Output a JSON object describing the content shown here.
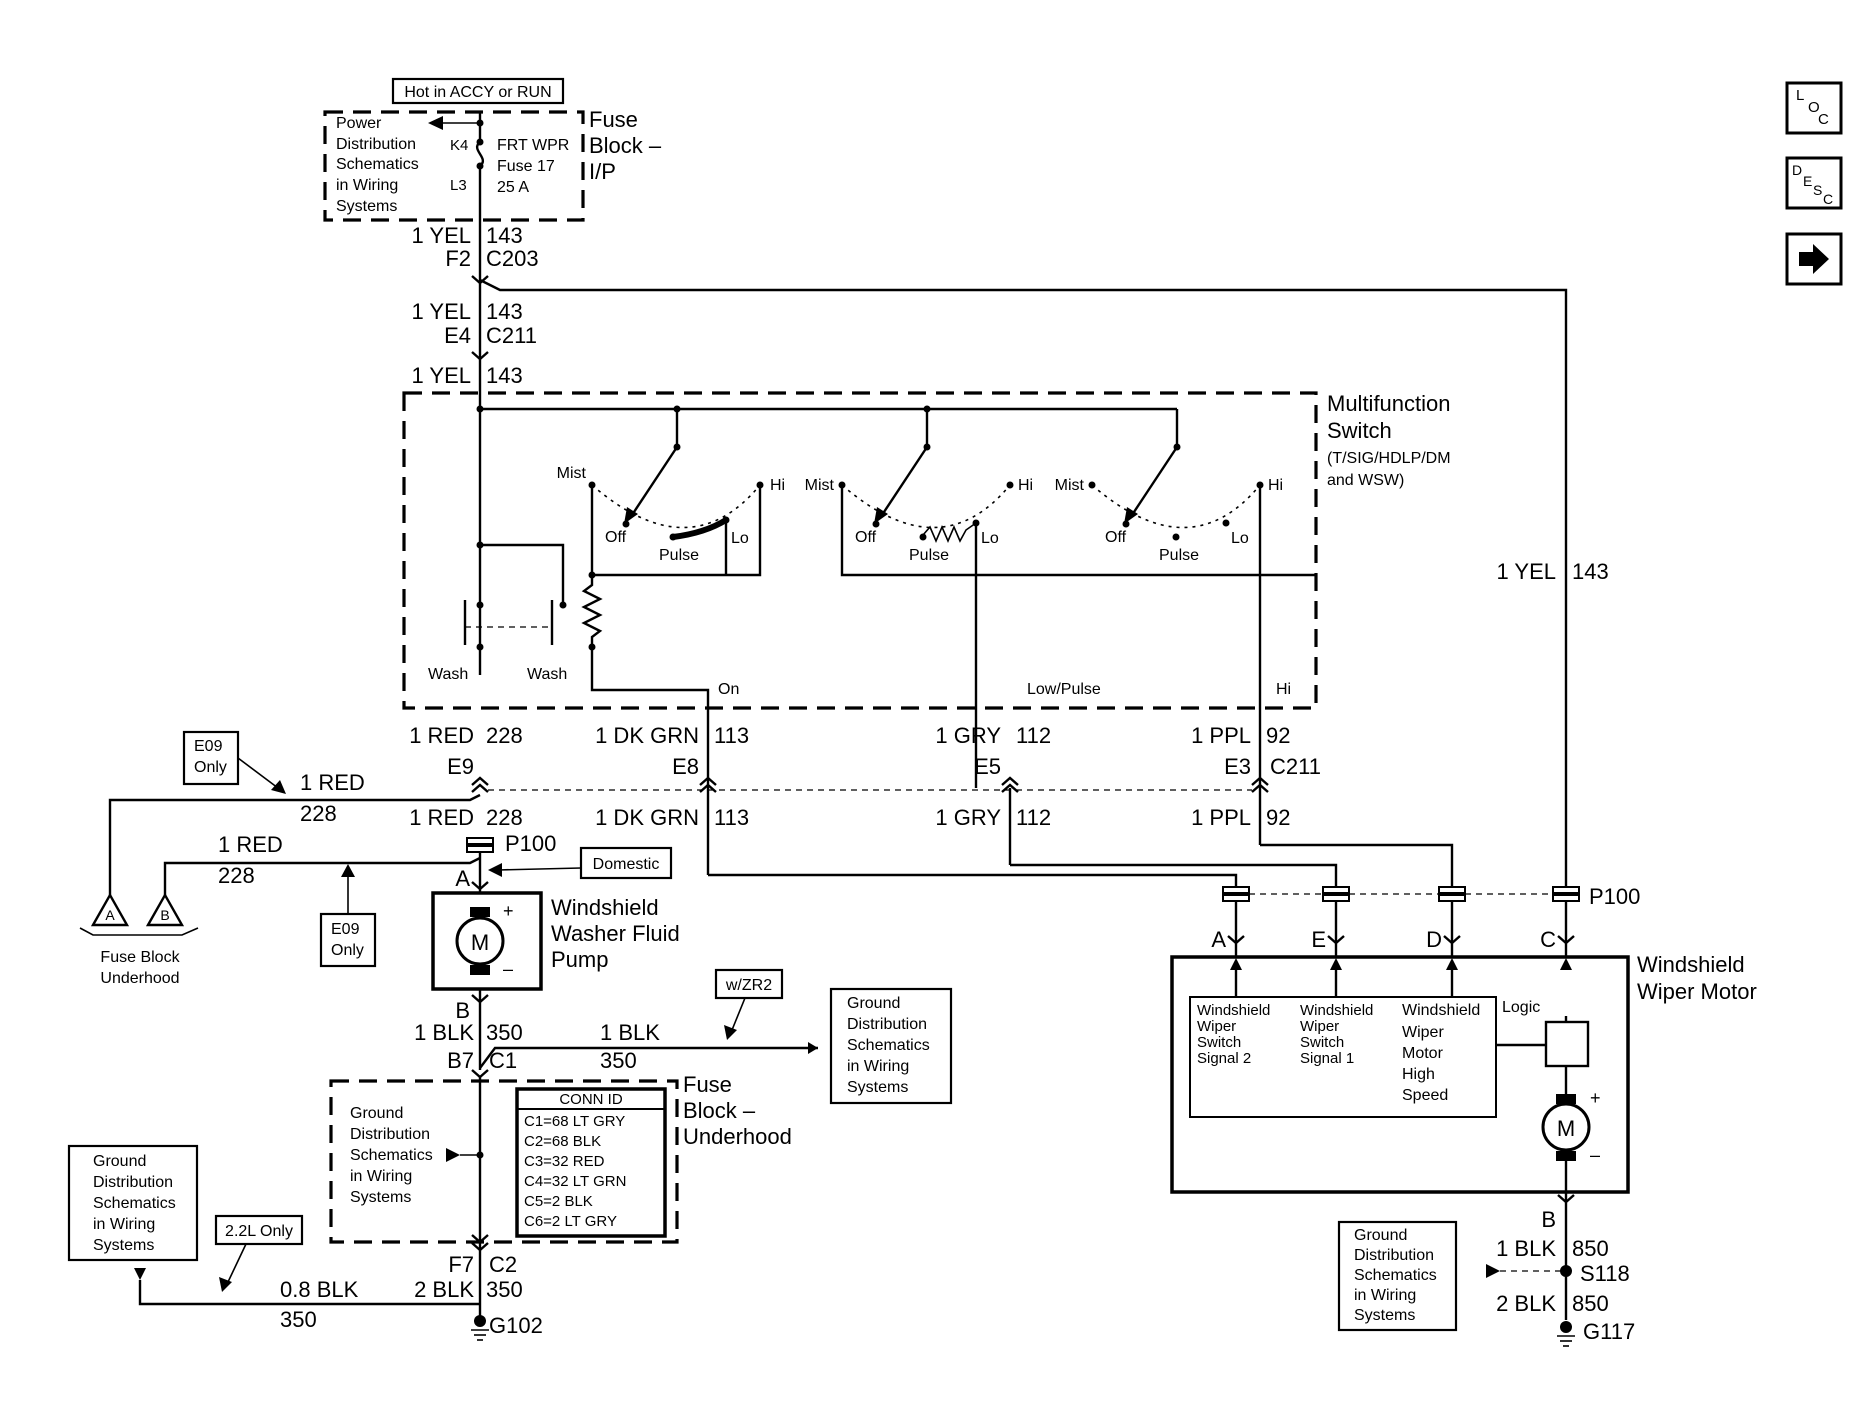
{
  "nav": {
    "loc": [
      "L",
      "O",
      "C"
    ],
    "desc": [
      "D",
      "E",
      "S",
      "C"
    ]
  },
  "top": {
    "hot_label": "Hot in ACCY or RUN",
    "pds_ref": [
      "Power",
      "Distribution",
      "Schematics",
      "in Wiring",
      "Systems"
    ],
    "k4": "K4",
    "l3": "L3",
    "fuse": [
      "FRT WPR",
      "Fuse 17",
      "25 A"
    ],
    "fuse_block_ip": [
      "Fuse",
      "Block –",
      "I/P"
    ]
  },
  "feed": {
    "w1": "1 YEL",
    "c1": "143",
    "pin1": "F2",
    "conn1": "C203",
    "w2": "1 YEL",
    "c2": "143",
    "pin2": "E4",
    "conn2": "C211",
    "w3": "1 YEL",
    "c3": "143",
    "right_w": "1 YEL",
    "right_c": "143"
  },
  "mfs": {
    "title": [
      "Multifunction",
      "Switch"
    ],
    "sub": [
      "(T/SIG/HDLP/DM",
      "and WSW)"
    ],
    "mist": "Mist",
    "hi": "Hi",
    "off": "Off",
    "pulse": "Pulse",
    "lo": "Lo",
    "wash": "Wash",
    "on": "On",
    "low_pulse": "Low/Pulse",
    "hi_out": "Hi"
  },
  "c211": {
    "red_w": "1 RED",
    "red_c": "228",
    "red_pin": "E9",
    "grn_w": "1 DK GRN",
    "grn_c": "113",
    "grn_pin": "E8",
    "gry_w": "1 GRY",
    "gry_c": "112",
    "gry_pin": "E5",
    "ppl_w": "1 PPL",
    "ppl_c": "92",
    "ppl_pin": "E3",
    "conn": "C211"
  },
  "left": {
    "e09_only": [
      "E09",
      "Only"
    ],
    "red_a": "1 RED",
    "red_a_c": "228",
    "red_b": "1 RED",
    "red_b_c": "228",
    "tri_a": "A",
    "tri_b": "B",
    "fbu": [
      "Fuse Block",
      "Underhood"
    ],
    "domestic": "Domestic",
    "p100": "P100"
  },
  "pump": {
    "pin_a": "A",
    "pin_b": "B",
    "m": "M",
    "plus": "+",
    "minus": "–",
    "title": [
      "Windshield",
      "Washer Fluid",
      "Pump"
    ]
  },
  "bottom": {
    "blk_w": "1 BLK",
    "blk_c": "350",
    "b7": "B7",
    "c1": "C1",
    "zr2": "w/ZR2",
    "blk2_w": "1 BLK",
    "blk2_c": "350",
    "gds": [
      "Ground",
      "Distribution",
      "Schematics",
      "in Wiring",
      "Systems"
    ],
    "conn_id": [
      "CONN ID",
      "C1=68 LT GRY",
      "C2=68 BLK",
      "C3=32 RED",
      "C4=32 LT GRN",
      "C5=2 BLK",
      "C6=2 LT GRY"
    ],
    "fbu": [
      "Fuse",
      "Block –",
      "Underhood"
    ],
    "only_22": "2.2L Only",
    "f7": "F7",
    "c2": "C2",
    "b08_w": "0.8 BLK",
    "b08_c": "350",
    "b2_w": "2 BLK",
    "b2_c": "350",
    "g102": "G102"
  },
  "motor": {
    "p100": "P100",
    "pins": [
      "A",
      "E",
      "D",
      "C"
    ],
    "title": [
      "Windshield",
      "Wiper Motor"
    ],
    "sig2": [
      "Windshield",
      "Wiper",
      "Switch",
      "Signal 2"
    ],
    "sig1": [
      "Windshield",
      "Wiper",
      "Switch",
      "Signal 1"
    ],
    "high": [
      "Windshield",
      "Wiper",
      "Motor",
      "High",
      "Speed"
    ],
    "logic": "Logic",
    "m": "M",
    "plus": "+",
    "minus": "–",
    "pin_b": "B",
    "w1": "1 BLK",
    "c1": "850",
    "splice": "S118",
    "w2": "2 BLK",
    "c2": "850",
    "ground": "G117"
  }
}
